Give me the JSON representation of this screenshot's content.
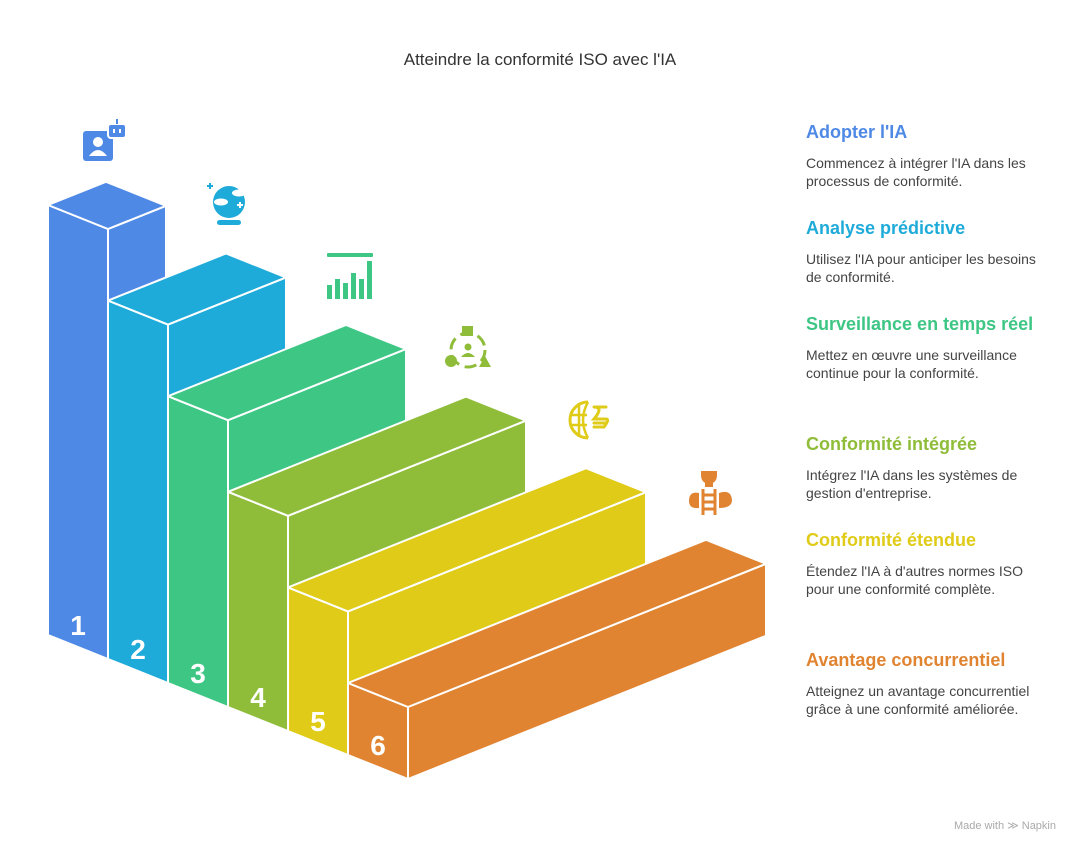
{
  "title": "Atteindre la conformité ISO avec l'IA",
  "steps": [
    {
      "number": "1",
      "title": "Adopter l'IA",
      "description": "Commencez à intégrer l'IA dans les processus de conformité.",
      "color": "#4f89e6",
      "icon": "robot-user-icon"
    },
    {
      "number": "2",
      "title": "Analyse prédictive",
      "description": "Utilisez l'IA pour anticiper les besoins de conformité.",
      "color": "#1fabd9",
      "icon": "crystal-ball-icon"
    },
    {
      "number": "3",
      "title": "Surveillance en temps réel",
      "description": "Mettez en œuvre une surveillance continue pour la conformité.",
      "color": "#3ec684",
      "icon": "bar-chart-icon"
    },
    {
      "number": "4",
      "title": "Conformité intégrée",
      "description": "Intégrez l'IA dans les systèmes de gestion d'entreprise.",
      "color": "#8fbd3a",
      "icon": "integration-cycle-icon"
    },
    {
      "number": "5",
      "title": "Conformité étendue",
      "description": "Étendez l'IA à d'autres normes ISO pour une conformité complète.",
      "color": "#dfcb18",
      "icon": "globe-standards-icon"
    },
    {
      "number": "6",
      "title": "Avantage concurrentiel",
      "description": "Atteignez un avantage concurrentiel grâce à une conformité améliorée.",
      "color": "#e08431",
      "icon": "trophy-ladder-icon"
    }
  ],
  "footer": {
    "made_with": "Made with",
    "brand": "Napkin"
  }
}
